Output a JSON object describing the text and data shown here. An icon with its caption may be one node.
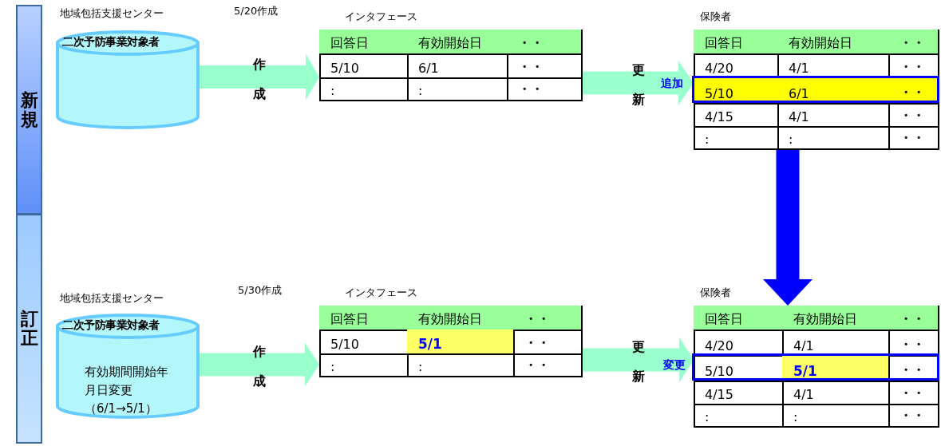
{
  "diagram": {
    "nodes": [
      {
        "text": [
          "新規"
        ]
      },
      {
        "text": [
          "二次予防事業対象者"
        ],
        "beside": [
          "地域包括支援センター"
        ]
      },
      {
        "text": [
          "インタフェース",
          "回答日",
          "有効開始日",
          "・・",
          "5/10",
          "6/1",
          "・・",
          ":",
          ":",
          "・・"
        ]
      },
      {
        "text": [
          "保険者",
          "回答日",
          "有効開始日",
          "・・",
          "4/20",
          "4/1",
          "・・",
          "5/10",
          "6/1",
          "・・",
          "4/15",
          "4/1",
          "・・",
          ":",
          ":",
          "・・"
        ],
        "beside": [
          "追加"
        ]
      },
      {
        "text": [
          "訂正"
        ]
      },
      {
        "text": [
          "二次予防事業対象者",
          "有効期間開始年月日変更（6/1→5/1）"
        ],
        "beside": [
          "地域包括支援センター"
        ]
      },
      {
        "text": [
          "インタフェース",
          "回答日",
          "有効開始日",
          "・・",
          "5/10",
          "5/1",
          "・・",
          ":",
          ":",
          "・・"
        ]
      },
      {
        "text": [
          "保険者",
          "回答日",
          "有効開始日",
          "・・",
          "4/20",
          "4/1",
          "・・",
          "5/10",
          "5/1",
          "・・",
          "4/15",
          "4/1",
          "・・",
          ":",
          ":",
          "・・"
        ],
        "beside": [
          "変更"
        ]
      }
    ],
    "edges": [
      {
        "from": 1,
        "to": 2,
        "arrow": "to",
        "label": "作成"
      },
      {
        "from": 2,
        "to": 3,
        "arrow": "to",
        "label": "更新"
      },
      {
        "from": 3,
        "to": 7,
        "arrow": "to",
        "color": "#0000ff"
      },
      {
        "from": 5,
        "to": 6,
        "arrow": "to",
        "label": "作成"
      },
      {
        "from": 6,
        "to": 7,
        "arrow": "to",
        "label": "更新"
      }
    ],
    "labels": [
      "5/20作成",
      "5/30作成"
    ]
  }
}
